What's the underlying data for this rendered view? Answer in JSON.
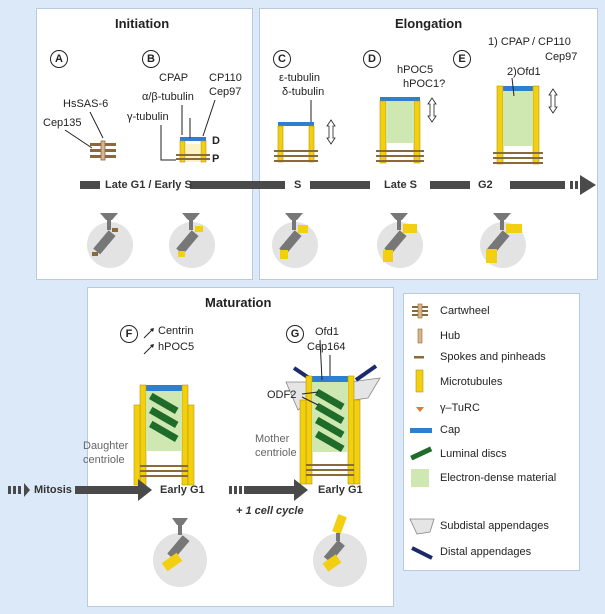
{
  "panels": {
    "initiation": "Initiation",
    "elongation": "Elongation",
    "maturation": "Maturation"
  },
  "steps": {
    "a": {
      "letter": "A",
      "labels": [
        "HsSAS-6",
        "Cep135"
      ]
    },
    "b": {
      "letter": "B",
      "labels": [
        "CPAP",
        "α/β-tubulin",
        "γ-tubulin",
        "CP110",
        "Cep97",
        "D",
        "P"
      ]
    },
    "c": {
      "letter": "C",
      "labels": [
        "ε-tubulin",
        "δ-tubulin"
      ]
    },
    "d": {
      "letter": "D",
      "labels": [
        "hPOC5",
        "hPOC1?"
      ]
    },
    "e": {
      "letter": "E",
      "labels": [
        "1) CPAP",
        "CP110",
        "Cep97",
        "2)Ofd1"
      ]
    },
    "f": {
      "letter": "F",
      "labels": [
        "Centrin",
        "hPOC5",
        "Daughter",
        "centriole"
      ]
    },
    "g": {
      "letter": "G",
      "labels": [
        "Ofd1",
        "Cep164",
        "ODF2",
        "Mother",
        "centriole"
      ]
    }
  },
  "timeline": {
    "phase1": "Late G1 / Early S",
    "phase2": "S",
    "phase3": "Late S",
    "phase4": "G2",
    "mitosis": "Mitosis",
    "early_g1_a": "Early G1",
    "early_g1_b": "Early G1",
    "cycle_note": "+ 1 cell cycle"
  },
  "legend": [
    {
      "icon": "cartwheel-icon",
      "label": "Cartwheel"
    },
    {
      "icon": "hub-icon",
      "label": "Hub"
    },
    {
      "icon": "spokes-icon",
      "label": "Spokes and pinheads"
    },
    {
      "icon": "microtubules-icon",
      "label": "Microtubules"
    },
    {
      "icon": "gamma-turc-icon",
      "label": "γ–TuRC"
    },
    {
      "icon": "cap-icon",
      "label": "Cap"
    },
    {
      "icon": "luminal-discs-icon",
      "label": "Luminal discs"
    },
    {
      "icon": "electron-dense-icon",
      "label": "Electron-dense material"
    },
    {
      "icon": "subdistal-appendages-icon",
      "label": "Subdistal appendages"
    },
    {
      "icon": "distal-appendages-icon",
      "label": "Distal appendages"
    }
  ],
  "colors": {
    "background": "#dce9f8",
    "microtubule": "#f2cf10",
    "cap": "#2f7fd0",
    "luminal": "#1e6b2a",
    "dense": "#cfe7b0",
    "cartwheel": "#8a6a3a",
    "distal": "#1b2a6b",
    "bar": "#4a4a4a"
  }
}
